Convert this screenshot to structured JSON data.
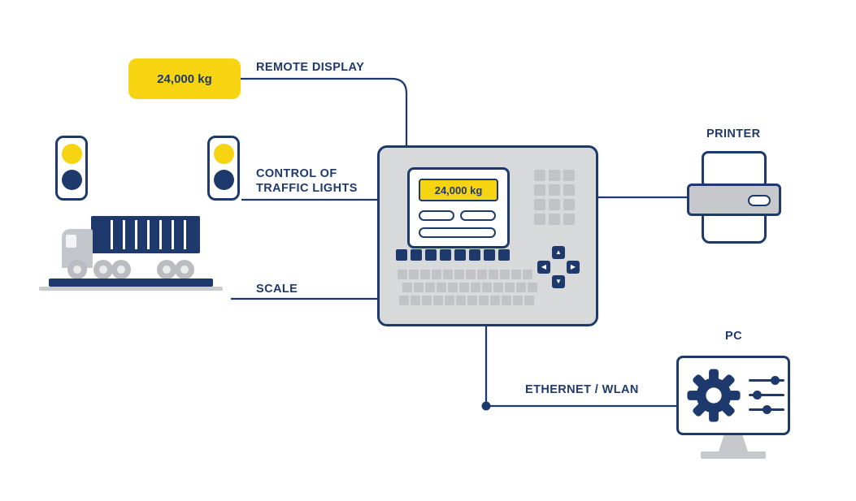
{
  "colors": {
    "navy": "#1e3a6c",
    "yellow": "#f7d411",
    "device_gray": "#d8d9db",
    "mid_gray": "#c6c8cb"
  },
  "remote_display": {
    "value": "24,000 kg"
  },
  "terminal": {
    "display_value": "24,000 kg"
  },
  "labels": {
    "remote_display": "REMOTE DISPLAY",
    "traffic_lights": "CONTROL OF\nTRAFFIC LIGHTS",
    "scale": "SCALE",
    "printer": "PRINTER",
    "pc": "PC",
    "ethernet": "ETHERNET / WLAN"
  }
}
